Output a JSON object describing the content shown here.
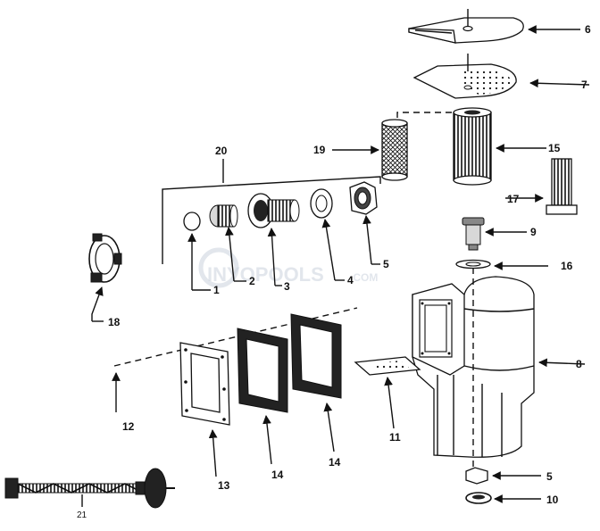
{
  "watermark": {
    "brand": "INYOPOOLS",
    "domain": ".COM"
  },
  "callouts": [
    {
      "id": "c6",
      "text": "6"
    },
    {
      "id": "c7",
      "text": "7"
    },
    {
      "id": "c15",
      "text": "15"
    },
    {
      "id": "c19",
      "text": "19"
    },
    {
      "id": "c20",
      "text": "20"
    },
    {
      "id": "c17",
      "text": "17"
    },
    {
      "id": "c9",
      "text": "9"
    },
    {
      "id": "c16",
      "text": "16"
    },
    {
      "id": "c1",
      "text": "1"
    },
    {
      "id": "c2",
      "text": "2"
    },
    {
      "id": "c3",
      "text": "3"
    },
    {
      "id": "c4",
      "text": "4"
    },
    {
      "id": "c5a",
      "text": "5"
    },
    {
      "id": "c18",
      "text": "18"
    },
    {
      "id": "c8",
      "text": "8"
    },
    {
      "id": "c12",
      "text": "12"
    },
    {
      "id": "c11",
      "text": "11"
    },
    {
      "id": "c13",
      "text": "13"
    },
    {
      "id": "c14a",
      "text": "14"
    },
    {
      "id": "c14b",
      "text": "14"
    },
    {
      "id": "c5b",
      "text": "5"
    },
    {
      "id": "c10",
      "text": "10"
    },
    {
      "id": "c21",
      "text": "21"
    }
  ]
}
